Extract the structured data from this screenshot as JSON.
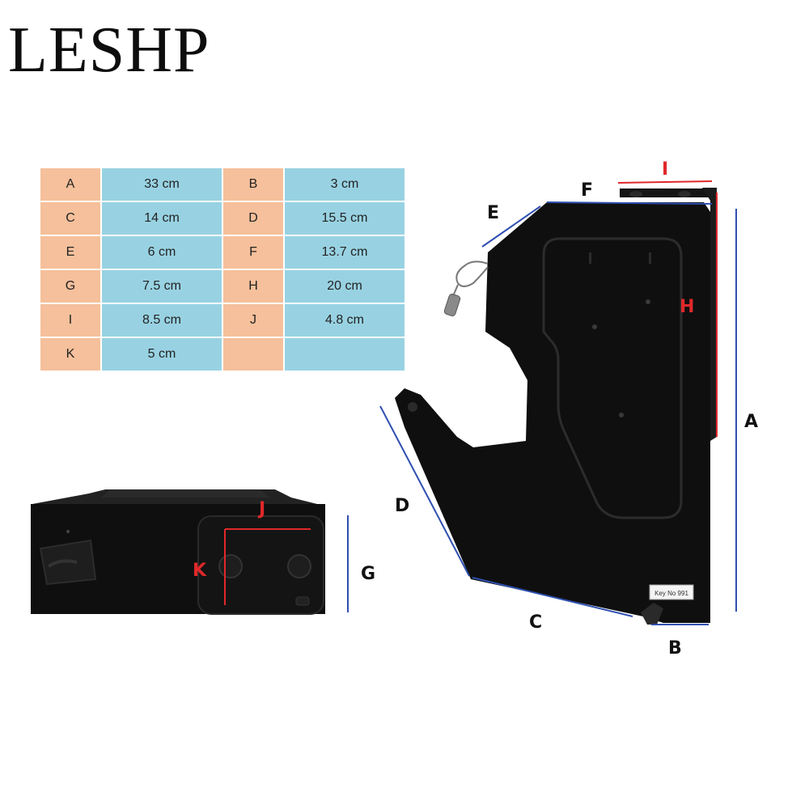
{
  "brand": {
    "logo_text": "LESHP"
  },
  "dimensions": {
    "rows": [
      {
        "key1": "A",
        "value1": "33 cm",
        "key2": "B",
        "value2": "3 cm"
      },
      {
        "key1": "C",
        "value1": "14 cm",
        "key2": "D",
        "value2": "15.5 cm"
      },
      {
        "key1": "E",
        "value1": "6 cm",
        "key2": "F",
        "value2": "13.7 cm"
      },
      {
        "key1": "G",
        "value1": "7.5 cm",
        "key2": "H",
        "value2": "20 cm"
      },
      {
        "key1": "I",
        "value1": "8.5 cm",
        "key2": "J",
        "value2": "4.8 cm"
      },
      {
        "key1": "K",
        "value1": "5 cm",
        "key2": "",
        "value2": ""
      }
    ]
  },
  "labels": {
    "A": "A",
    "B": "B",
    "C": "C",
    "D": "D",
    "E": "E",
    "F": "F",
    "G": "G",
    "H": "H",
    "I": "I",
    "J": "J",
    "K": "K"
  },
  "product": {
    "key_tag": "Key No 991"
  },
  "colors": {
    "key_cell": "#f5c09b",
    "value_cell": "#98d2e2",
    "blue_line": "#2f4fb0",
    "red_line": "#e0282a",
    "safe_body": "#0f0f0f"
  }
}
